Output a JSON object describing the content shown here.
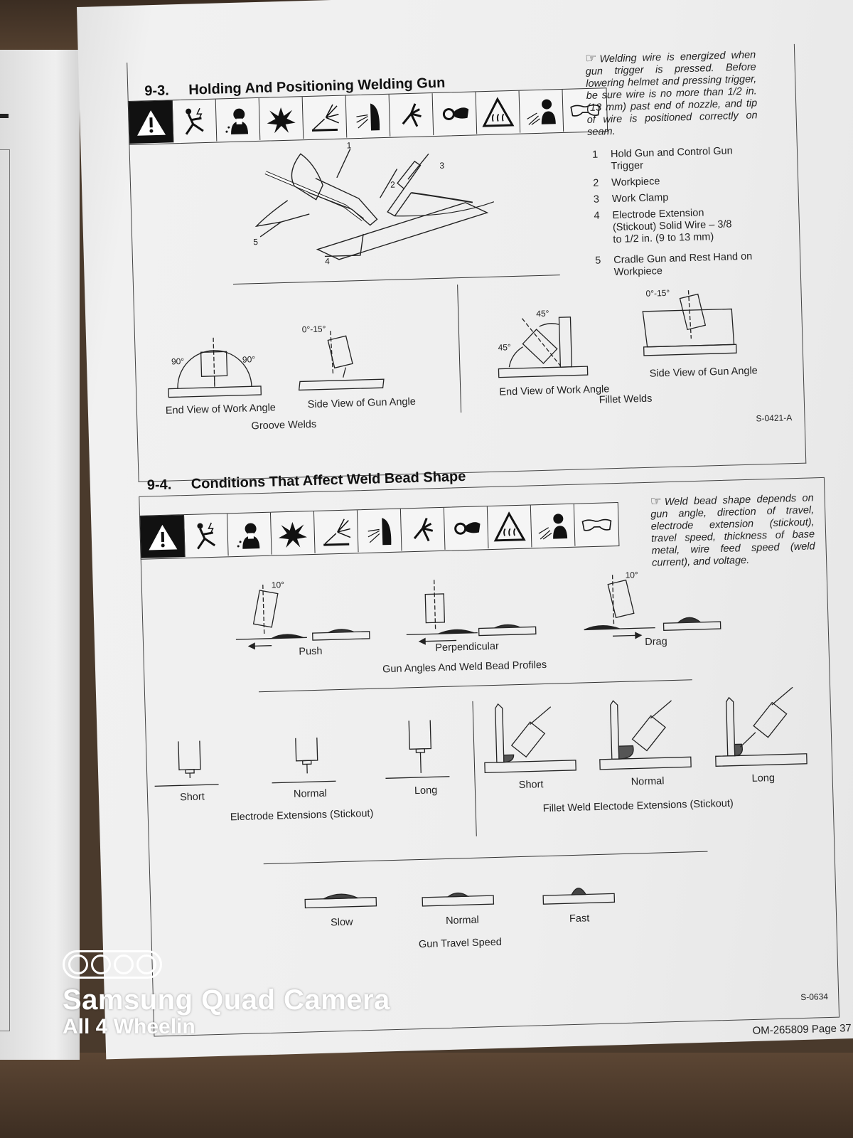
{
  "section_9_3": {
    "number": "9-3.",
    "title": "Holding And Positioning Welding Gun",
    "note": "Welding wire is energized when gun trigger is pressed. Before lowering helmet and pressing trigger, be sure wire is no more than 1/2 in. (13 mm) past end of nozzle, and tip of wire is positioned correctly on seam.",
    "legend": [
      {
        "n": "1",
        "text": "Hold Gun and Control Gun Trigger"
      },
      {
        "n": "2",
        "text": "Workpiece"
      },
      {
        "n": "3",
        "text": "Work Clamp"
      },
      {
        "n": "4",
        "text": "Electrode Extension (Stickout) Solid Wire – 3/8 to 1/2 in. (9 to 13 mm)"
      },
      {
        "n": "5",
        "text": "Cradle Gun and Rest Hand on Workpiece"
      }
    ],
    "callouts": [
      "1",
      "2",
      "3",
      "4",
      "5"
    ],
    "groove": {
      "angle_left": "90°",
      "angle_right": "90°",
      "gun_angle": "0°-15°",
      "end_view": "End View of Work Angle",
      "side_view": "Side View of Gun Angle",
      "caption": "Groove Welds"
    },
    "fillet": {
      "angle_top": "45°",
      "angle_left": "45°",
      "gun_angle": "0°-15°",
      "end_view": "End View of Work Angle",
      "side_view": "Side View of Gun Angle",
      "caption": "Fillet Welds"
    },
    "code": "S-0421-A"
  },
  "section_9_4": {
    "number": "9-4.",
    "title": "Conditions That Affect Weld Bead Shape",
    "note": "Weld bead shape depends on gun angle, direction of travel, electrode extension (stickout), travel speed, thickness of base metal, wire feed speed (weld current), and voltage.",
    "angles": {
      "push_angle": "10°",
      "drag_angle": "10°",
      "push": "Push",
      "perpendicular": "Perpendicular",
      "drag": "Drag",
      "caption": "Gun Angles And Weld Bead Profiles"
    },
    "stickout": {
      "short": "Short",
      "normal": "Normal",
      "long": "Long",
      "caption": "Electrode Extensions (Stickout)"
    },
    "fillet_stickout": {
      "short": "Short",
      "normal": "Normal",
      "long": "Long",
      "caption": "Fillet Weld Electode Extensions (Stickout)"
    },
    "speed": {
      "slow": "Slow",
      "normal": "Normal",
      "fast": "Fast",
      "caption": "Gun Travel Speed"
    },
    "code": "S-0634"
  },
  "footer": {
    "page_ref": "OM-265809 Page 37"
  },
  "watermark": {
    "title": "Samsung Quad Camera",
    "subtitle": "All 4 Wheelin"
  },
  "icons": [
    "warning-icon",
    "electric-shock-icon",
    "fumes-icon",
    "explosion-icon",
    "sparks-icon",
    "arc-rays-icon",
    "hot-parts-icon",
    "moving-parts-icon",
    "hot-surface-icon",
    "noise-icon",
    "safety-glasses-icon"
  ],
  "colors": {
    "paper": "#eeeeee",
    "ink": "#222222",
    "desk": "#4a3a2c"
  }
}
